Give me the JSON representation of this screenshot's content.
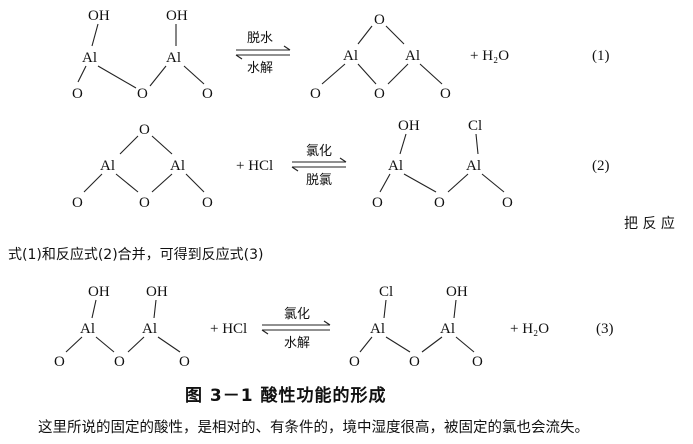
{
  "reactions": [
    {
      "number": "(1)",
      "arrow_top": "脱水",
      "arrow_bottom": "水解",
      "reagent": "",
      "product_extra": "+ H₂O"
    },
    {
      "number": "(2)",
      "arrow_top": "氯化",
      "arrow_bottom": "脱氯",
      "reagent": "+ HCl",
      "product_extra": ""
    },
    {
      "number": "(3)",
      "arrow_top": "氯化",
      "arrow_bottom": "水解",
      "reagent": "+ HCl",
      "product_extra": "+ H₂O"
    }
  ],
  "atoms": {
    "oh": "OH",
    "al": "Al",
    "o": "O",
    "cl": "Cl"
  },
  "text": {
    "para1_end": "把 反 应",
    "para1_cont": "式(1)和反应式(2)合并，可得到反应式(3)",
    "figure_caption": "图 3－1   酸性功能的形成",
    "para2": "这里所说的固定的酸性，是相对的、有条件的，境中湿度很高，被固定的氯也会流失。"
  }
}
